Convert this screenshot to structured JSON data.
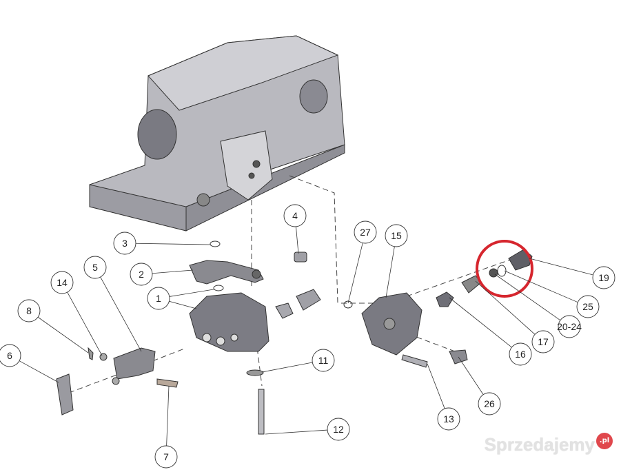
{
  "diagram": {
    "balloons": [
      {
        "id": "b27",
        "label": "27"
      },
      {
        "id": "b15",
        "label": "15"
      },
      {
        "id": "b4",
        "label": "4"
      },
      {
        "id": "b3",
        "label": "3"
      },
      {
        "id": "b2",
        "label": "2"
      },
      {
        "id": "b1",
        "label": "1"
      },
      {
        "id": "b5",
        "label": "5"
      },
      {
        "id": "b14",
        "label": "14"
      },
      {
        "id": "b8",
        "label": "8"
      },
      {
        "id": "b6",
        "label": "6"
      },
      {
        "id": "b7",
        "label": "7"
      },
      {
        "id": "b11",
        "label": "11"
      },
      {
        "id": "b12",
        "label": "12"
      },
      {
        "id": "b13",
        "label": "13"
      },
      {
        "id": "b26",
        "label": "26"
      },
      {
        "id": "b16",
        "label": "16"
      },
      {
        "id": "b17",
        "label": "17"
      },
      {
        "id": "b2024",
        "label": "20-24"
      },
      {
        "id": "b25",
        "label": "25"
      },
      {
        "id": "b19",
        "label": "19"
      }
    ],
    "highlight_color": "#d6262e",
    "part_color": "#8a8a90"
  },
  "watermark": {
    "text": "Sprzedajemy",
    "badge": ".pl"
  }
}
